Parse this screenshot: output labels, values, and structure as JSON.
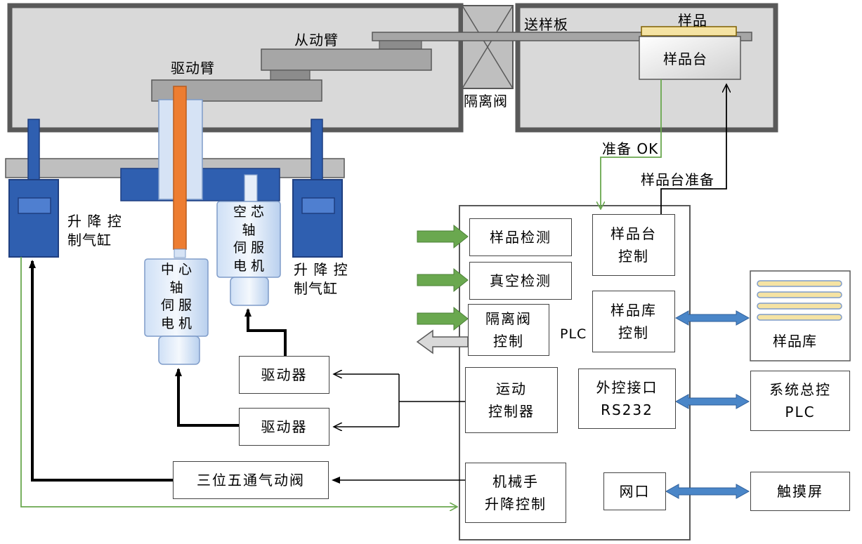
{
  "chamber": {
    "driven_arm_label": "从动臂",
    "drive_arm_label": "驱动臂",
    "transfer_plate_label": "送样板",
    "sample_label": "样品",
    "sample_stage_label": "样品台",
    "gate_valve_label": "隔离阀"
  },
  "cylinders": {
    "left_label_line1": "升 降 控",
    "left_label_line2": "制气缸",
    "right_label_line1": "升 降 控",
    "right_label_line2": "制气缸"
  },
  "motors": {
    "center_line1": "中 心",
    "center_line2": "轴",
    "center_line3": "伺 服",
    "center_line4": "电 机",
    "hollow_line1": "空 芯",
    "hollow_line2": "轴",
    "hollow_line3": "伺 服",
    "hollow_line4": "电 机"
  },
  "signals": {
    "ready_ok": "准备 OK",
    "stage_prepare": "样品台准备"
  },
  "plc": {
    "label": "PLC",
    "sample_detect": "样品检测",
    "vacuum_detect": "真空检测",
    "gate_ctrl_line1": "隔离阀",
    "gate_ctrl_line2": "控制",
    "stage_ctrl_line1": "样品台",
    "stage_ctrl_line2": "控制",
    "library_ctrl_line1": "样品库",
    "library_ctrl_line2": "控制",
    "motion_line1": "运动",
    "motion_line2": "控制器",
    "ext_line1": "外控接口",
    "ext_line2": "RS232",
    "robot_line1": "机械手",
    "robot_line2": "升降控制",
    "network": "网口"
  },
  "drivers": {
    "driver_top": "驱动器",
    "driver_bottom": "驱动器",
    "valve": "三位五通气动阀"
  },
  "external": {
    "library": "样品库",
    "master_line1": "系统总控",
    "master_line2": "PLC",
    "touchscreen": "触摸屏"
  },
  "colors": {
    "chamber_fill": "#d9d9d9",
    "chamber_border": "#595959",
    "cylinder_blue": "#2f5fb0",
    "shaft_orange": "#ed7d31",
    "green_arrow": "#6aa84f",
    "bidir_arrow": "#4a86c8"
  }
}
